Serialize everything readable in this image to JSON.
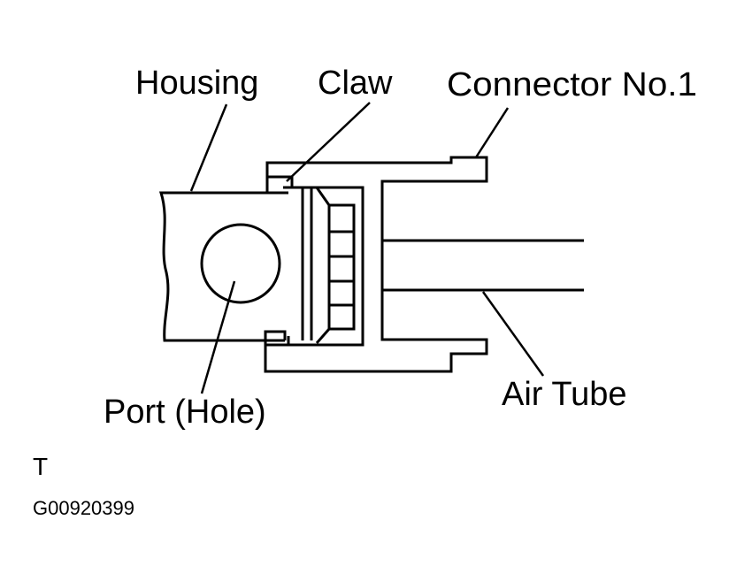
{
  "labels": {
    "housing": "Housing",
    "claw": "Claw",
    "connector": "Connector No.1",
    "port": "Port (Hole)",
    "air_tube": "Air Tube"
  },
  "section_mark": "T",
  "figure_code": "G00920399",
  "colors": {
    "line": "#000000",
    "background": "#ffffff"
  }
}
